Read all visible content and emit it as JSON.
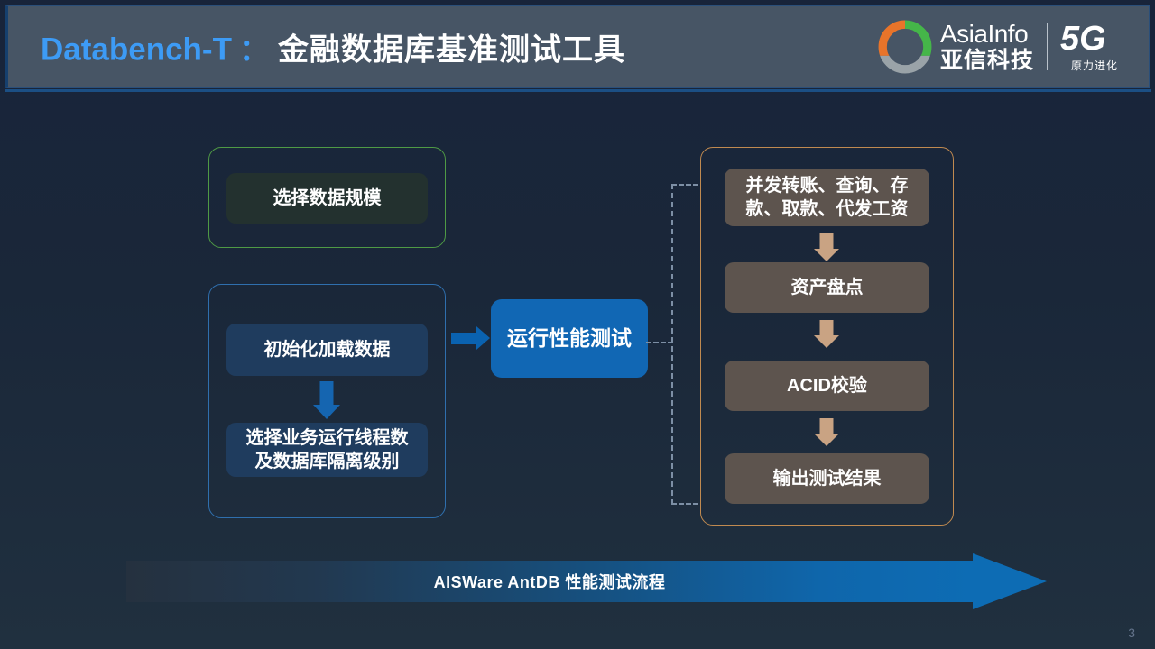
{
  "header": {
    "title_en": "Databench-T",
    "title_colon": "：",
    "title_cn": "金融数据库基准测试工具",
    "accent_blue": "#3d9bf5",
    "band_color": "#475565"
  },
  "logo": {
    "brand_en": "AsiaInfo",
    "brand_cn": "亚信科技",
    "badge": "5G",
    "slogan": "原力进化",
    "ring_colors": [
      "#e8742a",
      "#4cb648",
      "#9aa3a8"
    ]
  },
  "flow": {
    "stage_scale": {
      "panel_color": "#4f9a45",
      "node": "选择数据规模"
    },
    "stage_load": {
      "panel_color": "#2f6fae",
      "nodes": [
        "初始化加载数据",
        "选择业务运行线程数\n及数据库隔离级别"
      ],
      "node_line_1": "选择业务运行线程数",
      "node_line_2": "及数据库隔离级别",
      "arrow_color": "#1565b0"
    },
    "stage_run": {
      "label": "运行性能测试",
      "color": "#1167b4"
    },
    "stage_workload": {
      "panel_color": "#c08a50",
      "arrow_color": "#c9a383",
      "nodes": [
        "并发转账、查询、存\n款、取款、代发工资",
        "资产盘点",
        "ACID校验",
        "输出测试结果"
      ],
      "node_0_line_1": "并发转账、查询、存",
      "node_0_line_2": "款、取款、代发工资",
      "node_1": "资产盘点",
      "node_2": "ACID校验",
      "node_3": "输出测试结果"
    },
    "connector_color": "#7d8fa5"
  },
  "banner": {
    "label": "AISWare AntDB 性能测试流程",
    "color_end": "#0d6cb4"
  },
  "footer": {
    "page_number": "3"
  }
}
